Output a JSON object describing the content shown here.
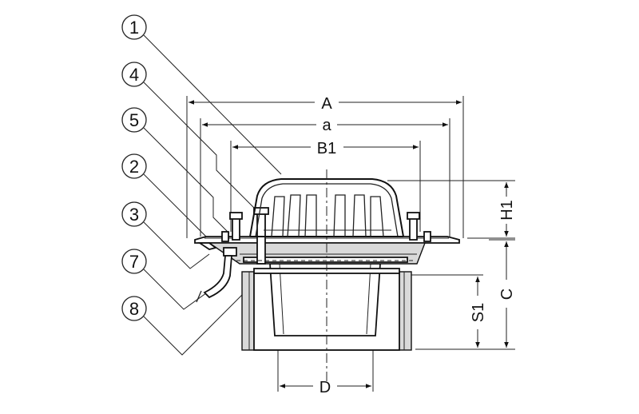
{
  "callouts": [
    "1",
    "4",
    "5",
    "2",
    "3",
    "7",
    "8"
  ],
  "dimensions": {
    "A": "A",
    "a": "a",
    "B1": "B1",
    "H1": "H1",
    "C": "C",
    "S1": "S1",
    "D": "D"
  }
}
